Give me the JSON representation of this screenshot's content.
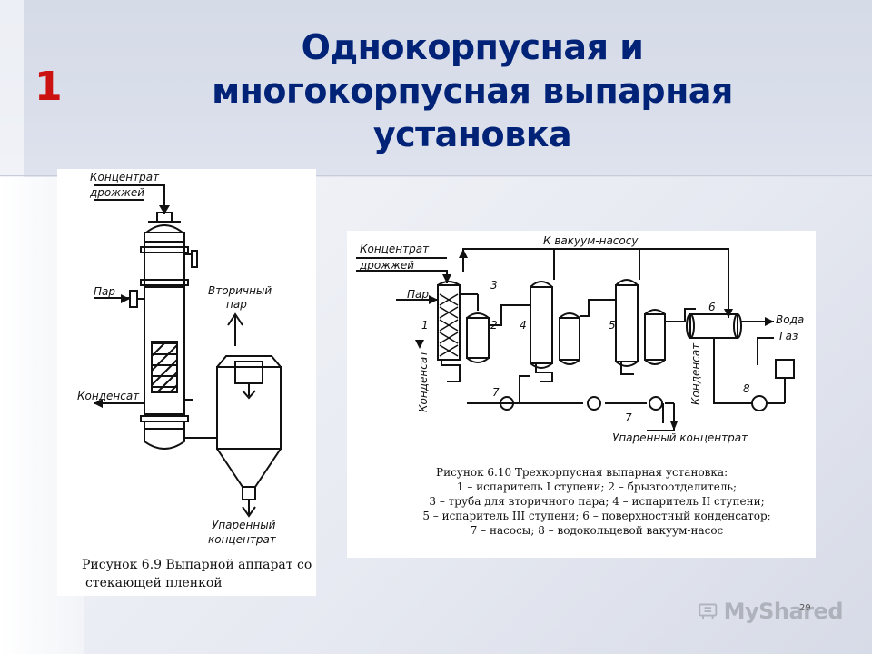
{
  "slide": {
    "number": "1",
    "title_lines": [
      "Однокорпусная и",
      "многокорпусная выпарная",
      "установка"
    ],
    "page_number": "29"
  },
  "figure_left": {
    "labels": {
      "concentrate_l1": "Концентрат",
      "concentrate_l2": "дрожжей",
      "steam": "Пар",
      "secondary_l1": "Вторичный",
      "secondary_l2": "пар",
      "condensate": "Конденсат",
      "evaporated_l1": "Упаренный",
      "evaporated_l2": "концентрат"
    },
    "caption_l1": "Рисунок 6.9 Выпарной аппарат со",
    "caption_l2": "стекающей пленкой"
  },
  "figure_right": {
    "labels": {
      "concentrate_l1": "Концентрат",
      "concentrate_l2": "дрожжей",
      "vacuum": "К вакуум-насосу",
      "steam": "Пар",
      "water": "Вода",
      "gas": "Газ",
      "condensate": "Конденсат",
      "evaporated": "Упаренный концентрат",
      "n1": "1",
      "n2": "2",
      "n3": "3",
      "n4": "4",
      "n5": "5",
      "n6": "6",
      "n7a": "7",
      "n7b": "7",
      "n8": "8"
    },
    "caption_lines": [
      "Рисунок 6.10 Трехкорпусная выпарная установка:",
      "1 – испаритель I ступени; 2 – брызгоотделитель;",
      "3 – труба для вторичного пара; 4 – испаритель II ступени;",
      "5 – испаритель III ступени; 6 – поверхностный конденсатор;",
      "7 – насосы; 8 – водокольцевой вакуум-насос"
    ]
  },
  "watermark": {
    "text": "MyShared",
    "icon": "projector-screen-icon"
  },
  "colors": {
    "title": "#002277",
    "slide_number": "#cc1111",
    "header_bg": "#d9deea"
  }
}
